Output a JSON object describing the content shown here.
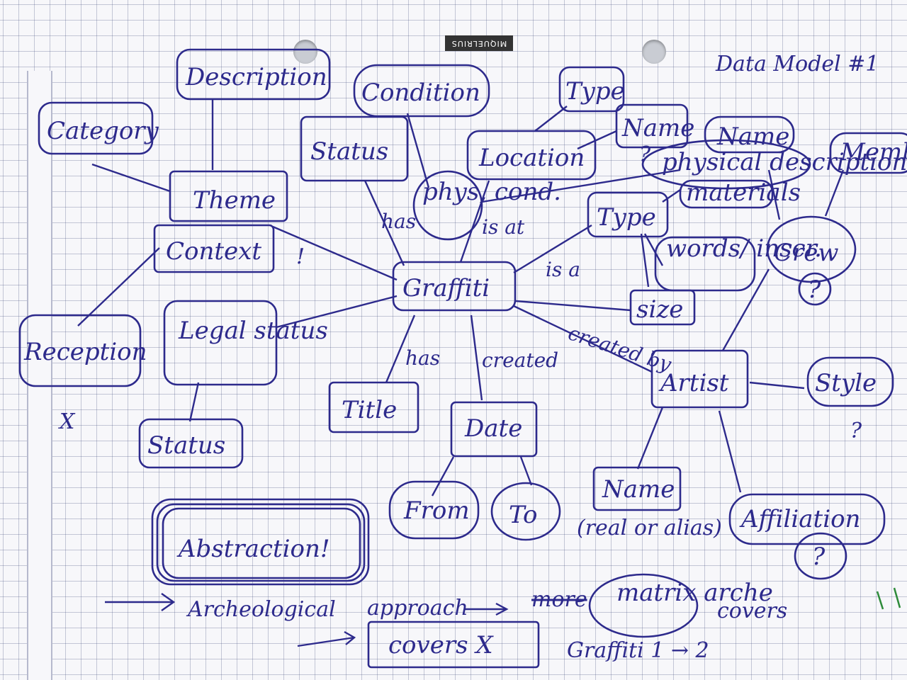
{
  "title": "Data Model #1",
  "brand": "MIQUELRIUS",
  "colors": {
    "ink": "#2d2a8c",
    "paper": "#f7f7fa",
    "grid": "#8a8fb3",
    "green_mark": "#2e8b3a"
  },
  "nodes": {
    "graffiti": "Graffiti",
    "description": "Description",
    "category": "Category",
    "theme": "Theme",
    "context": "Context",
    "reception": "Reception",
    "legal_status": "Legal status",
    "status_legal": "Status",
    "status_top": "Status",
    "condition": "Condition",
    "phys_cond": "phys, cond.",
    "location": "Location",
    "location_type": "Type",
    "location_name": "Name",
    "location_name_q": "?",
    "type": "Type",
    "name_top": "Name",
    "physical_description": "physical description",
    "materials": "materials",
    "words_inscr": "words/ inscr.",
    "size": "size",
    "crew": "Crew",
    "crew_q": "?",
    "member": "Member",
    "artist": "Artist",
    "style": "Style",
    "style_q": "?",
    "artist_name": "Name",
    "real_or_alias": "(real or alias)",
    "affiliation": "Affiliation",
    "affiliation_q": "?",
    "title_node": "Title",
    "date": "Date",
    "from": "From",
    "to": "To",
    "abstraction": "Abstraction!",
    "matrix_arche": "matrix arche",
    "covers_box": "covers X"
  },
  "edges": {
    "has_status": "has",
    "is_at": "is at",
    "is_a": "is a",
    "created_by": "created by",
    "has_title": "has",
    "created_date": "created"
  },
  "notes": {
    "exclamation": "!",
    "archeological": "Archeological",
    "approach": "approach",
    "more": "more",
    "covers": "covers",
    "graffiti_1_2": "Graffiti 1 → 2",
    "x_mark": "X"
  }
}
